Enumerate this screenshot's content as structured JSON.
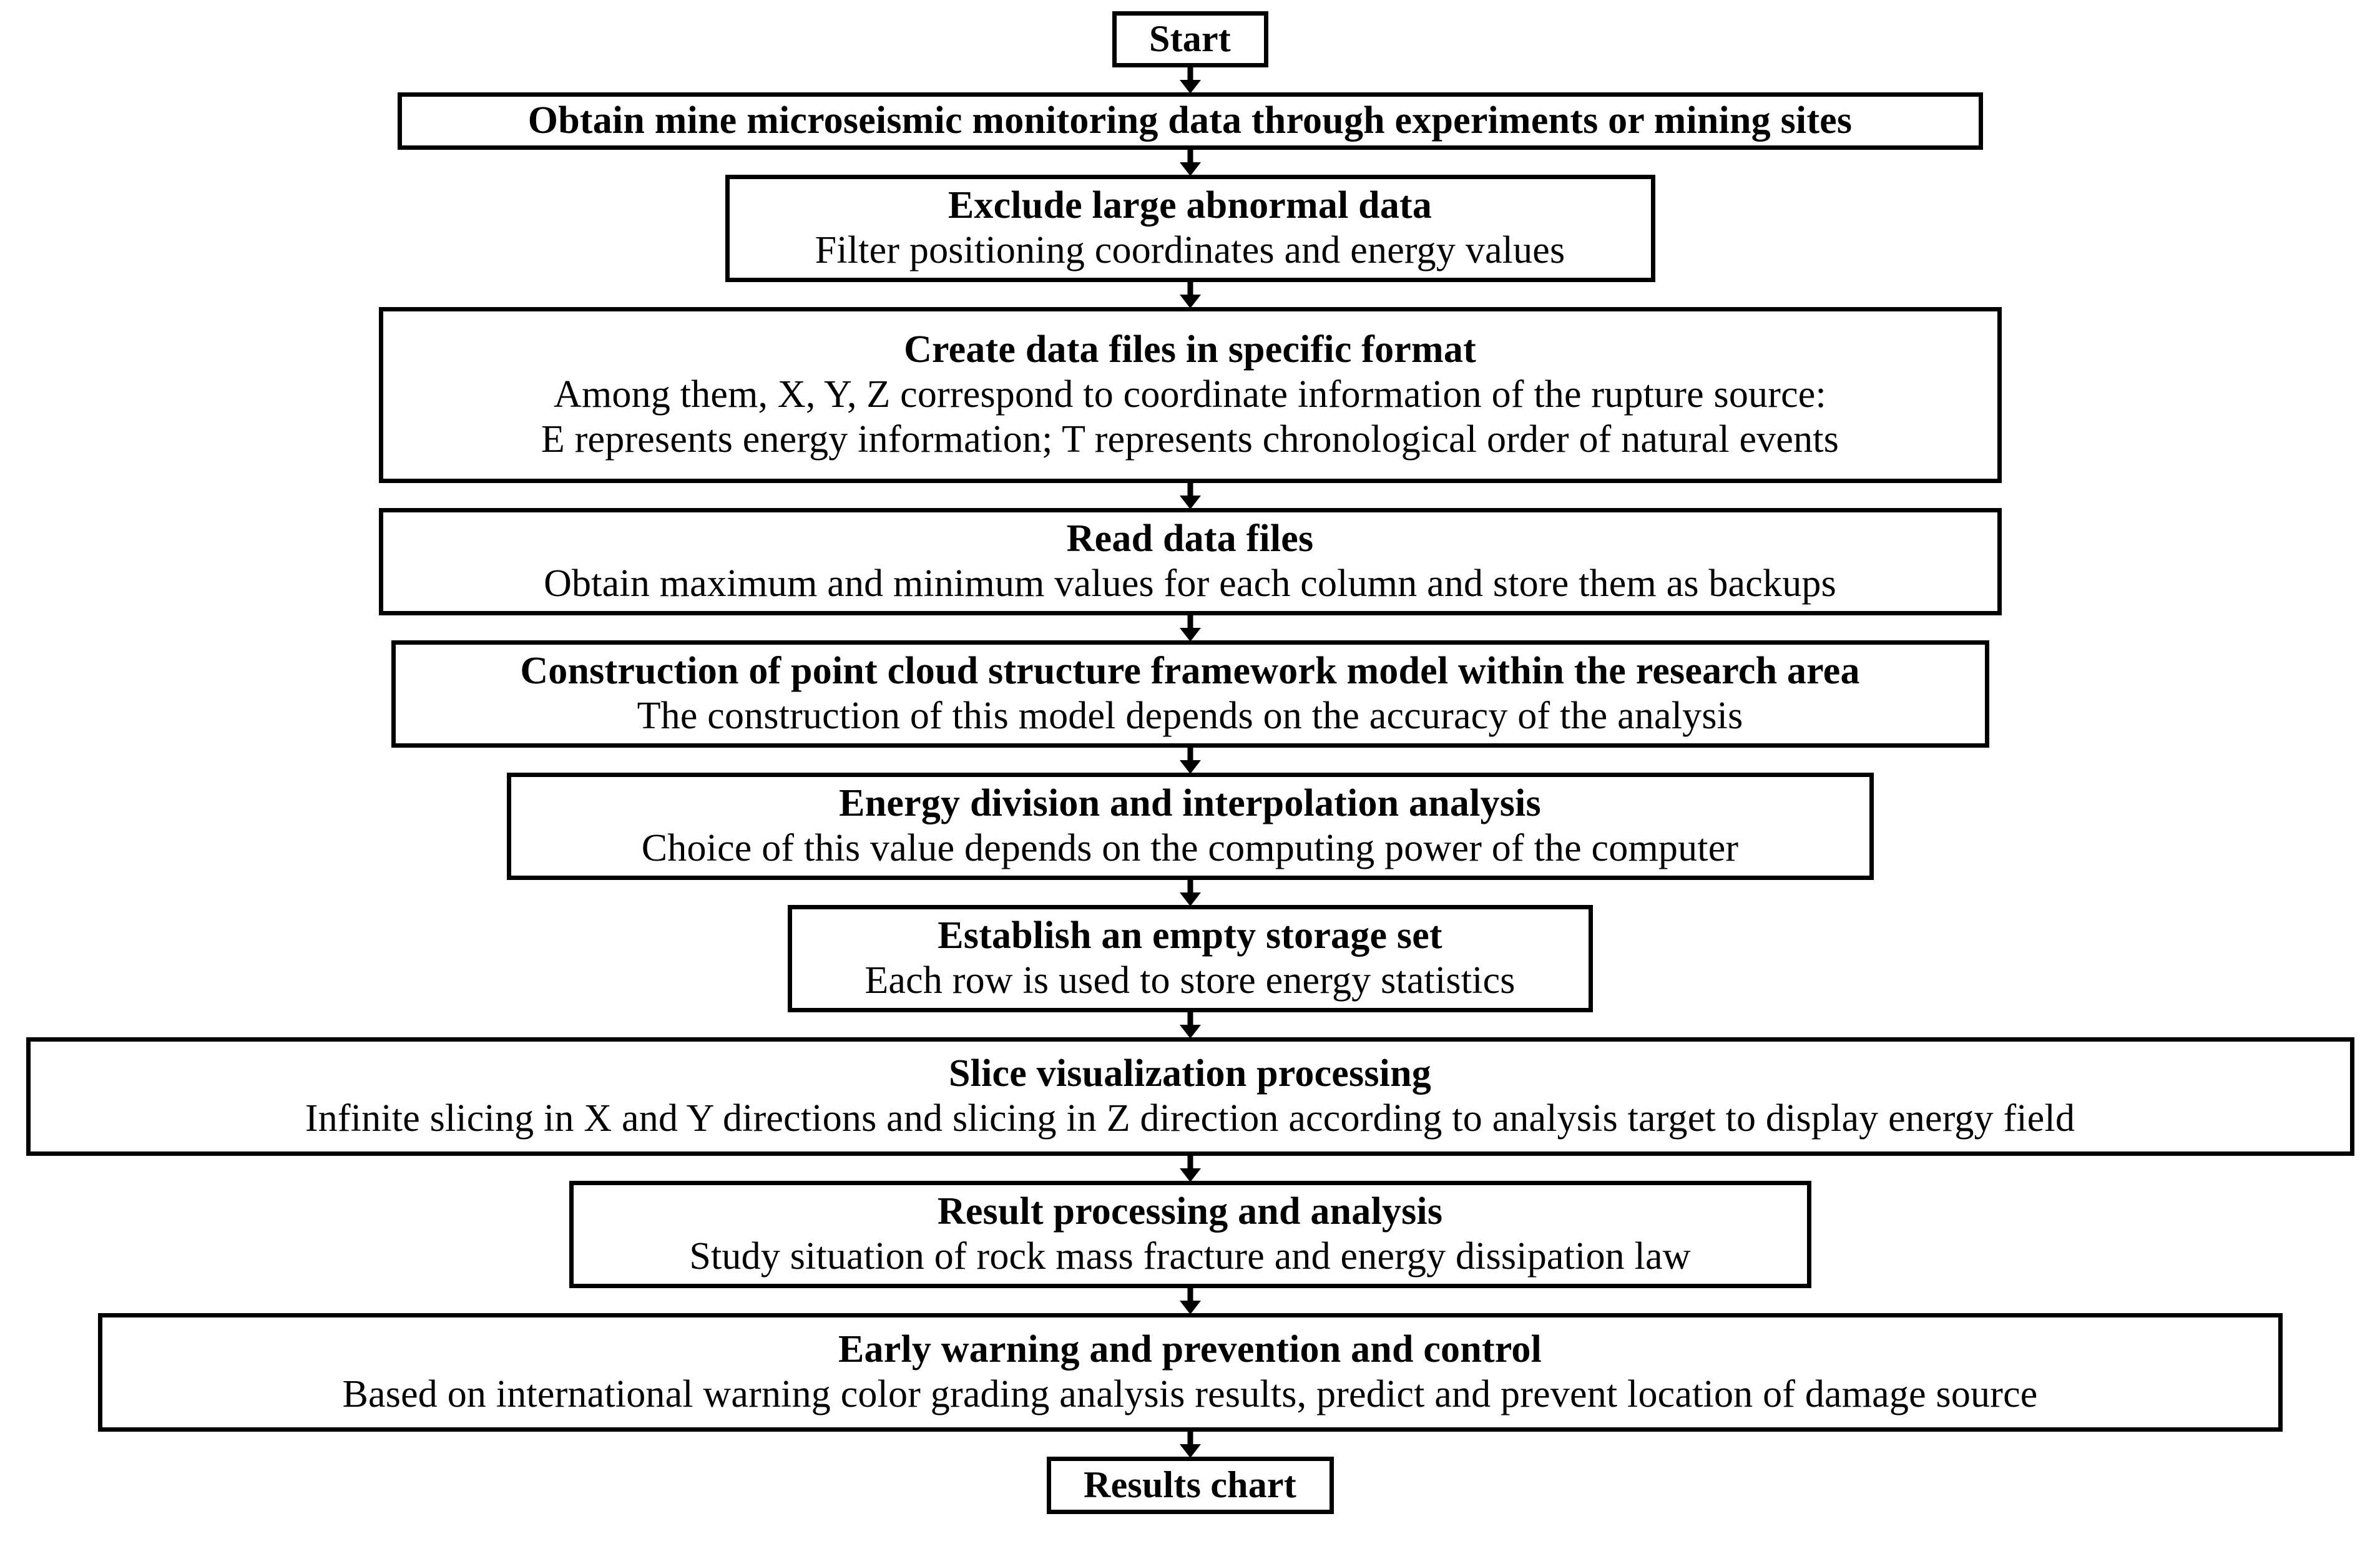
{
  "chart_data": {
    "type": "diagram",
    "subtype": "flowchart",
    "orientation": "vertical top-to-bottom",
    "title": "",
    "connector": "single-headed downward arrow between consecutive nodes",
    "node_count": 12,
    "styling": {
      "box_fill": "#ffffff",
      "box_border": "#000000",
      "text_color": "#000000",
      "heading_weight": "bold",
      "description_weight": "normal"
    },
    "nodes": [
      {
        "id": "start",
        "shape": "rectangle",
        "heading": "Start",
        "description": ""
      },
      {
        "id": "obtain",
        "shape": "rectangle",
        "heading": "Obtain mine microseismic monitoring data through experiments or mining sites",
        "description": ""
      },
      {
        "id": "exclude",
        "shape": "rectangle",
        "heading": "Exclude large abnormal data",
        "description": "Filter positioning coordinates and energy values"
      },
      {
        "id": "create",
        "shape": "rectangle",
        "heading": "Create data files in specific format",
        "description": "Among them, X, Y, Z correspond to coordinate information of the rupture source:|E represents energy information; T represents chronological order of natural events"
      },
      {
        "id": "read",
        "shape": "rectangle",
        "heading": "Read data files",
        "description": "Obtain maximum and minimum values for each column and store them as backups"
      },
      {
        "id": "construct",
        "shape": "rectangle",
        "heading": "Construction of point cloud structure framework model within the research area",
        "description": "The construction of this model depends on the accuracy of the analysis"
      },
      {
        "id": "energy",
        "shape": "rectangle",
        "heading": "Energy division and interpolation analysis",
        "description": "Choice of this value depends on the computing power of the computer"
      },
      {
        "id": "establish",
        "shape": "rectangle",
        "heading": "Establish an empty storage set",
        "description": "Each row is used to store energy statistics"
      },
      {
        "id": "slice",
        "shape": "rectangle",
        "heading": "Slice visualization processing",
        "description": "Infinite slicing in X and Y directions and slicing in Z direction according to analysis target to display energy field"
      },
      {
        "id": "result",
        "shape": "rectangle",
        "heading": "Result processing and analysis",
        "description": "Study situation of rock mass fracture and energy dissipation law"
      },
      {
        "id": "early",
        "shape": "rectangle",
        "heading": "Early warning and prevention and control",
        "description": "Based on international warning color grading analysis results, predict and prevent location of damage source"
      },
      {
        "id": "results",
        "shape": "rectangle",
        "heading": "Results chart",
        "description": ""
      }
    ],
    "edges": [
      {
        "from": "start",
        "to": "obtain"
      },
      {
        "from": "obtain",
        "to": "exclude"
      },
      {
        "from": "exclude",
        "to": "create"
      },
      {
        "from": "create",
        "to": "read"
      },
      {
        "from": "read",
        "to": "construct"
      },
      {
        "from": "construct",
        "to": "energy"
      },
      {
        "from": "energy",
        "to": "establish"
      },
      {
        "from": "establish",
        "to": "slice"
      },
      {
        "from": "slice",
        "to": "result"
      },
      {
        "from": "result",
        "to": "early"
      },
      {
        "from": "early",
        "to": "results"
      }
    ]
  },
  "nodes": {
    "start": {
      "heading": "Start"
    },
    "obtain": {
      "heading": "Obtain mine microseismic monitoring data through experiments or mining sites"
    },
    "exclude": {
      "heading": "Exclude large abnormal data",
      "line2": "Filter positioning coordinates and energy values"
    },
    "create": {
      "heading": "Create data files in specific format",
      "line2": "Among them, X, Y, Z correspond to coordinate information of the rupture source:",
      "line3": "E represents energy information; T represents chronological order of natural events"
    },
    "read": {
      "heading": "Read data files",
      "line2": "Obtain maximum and minimum values for each column and store them as backups"
    },
    "construct": {
      "heading": "Construction of point cloud structure framework model within the research area",
      "line2": "The construction of this model depends on the accuracy of the analysis"
    },
    "energy": {
      "heading": "Energy division and interpolation analysis",
      "line2": "Choice of this value depends on the computing power of the computer"
    },
    "establish": {
      "heading": "Establish an empty storage set",
      "line2": "Each row is used to store energy statistics"
    },
    "slice": {
      "heading": "Slice visualization processing",
      "line2": "Infinite slicing in X and Y directions and slicing in Z direction according to analysis target to display energy field"
    },
    "result": {
      "heading": "Result processing and analysis",
      "line2": "Study situation of rock mass fracture and energy dissipation law"
    },
    "early": {
      "heading": "Early warning and prevention and control",
      "line2": "Based on international warning color grading analysis results, predict and prevent location of damage source"
    },
    "results": {
      "heading": "Results chart"
    }
  }
}
